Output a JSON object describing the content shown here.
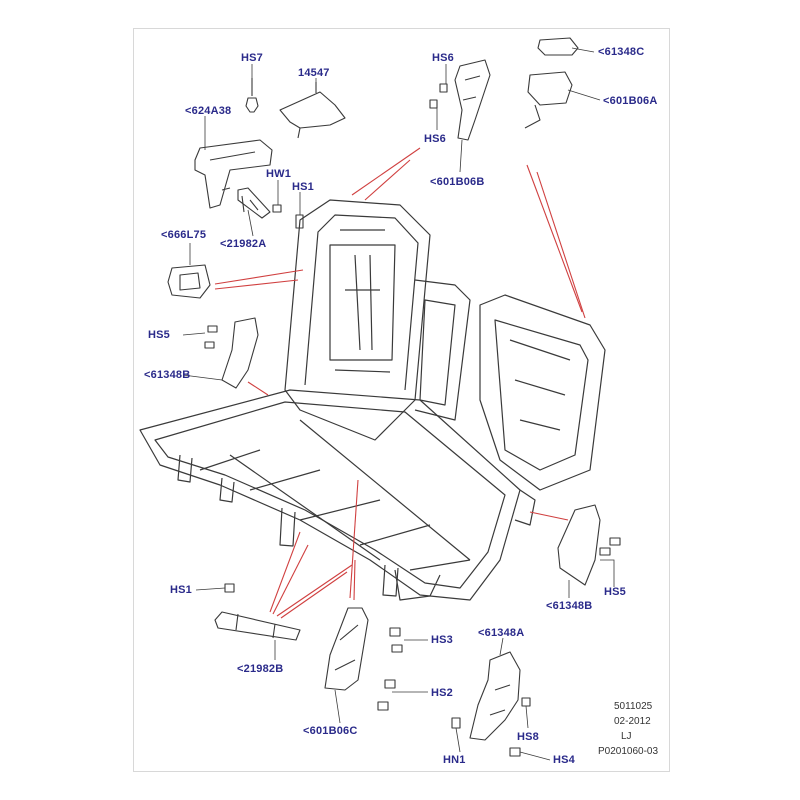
{
  "labels": {
    "hs7": "HS7",
    "p14547": "14547",
    "p624a38": "<624A38",
    "hw1": "HW1",
    "hs1_top": "HS1",
    "p21982a": "<21982A",
    "hs6_top": "HS6",
    "hs6_mid": "HS6",
    "p601b06b": "<601B06B",
    "p61348c": "<61348C",
    "p601b06a": "<601B06A",
    "p666l75": "<666L75",
    "hs5_left": "HS5",
    "p61348b_left": "<61348B",
    "hs5_right": "HS5",
    "p61348b_right": "<61348B",
    "hs1_bottom": "HS1",
    "p21982b": "<21982B",
    "hs3": "HS3",
    "hs2": "HS2",
    "p601b06c": "<601B06C",
    "p61348a": "<61348A",
    "hs8": "HS8",
    "hn1": "HN1",
    "hs4": "HS4"
  },
  "footer": {
    "code": "5011025",
    "date": "02-2012",
    "initials": "LJ",
    "ref": "P0201060-03"
  },
  "colors": {
    "label": "#2a2a8a",
    "leader": "#d04040",
    "line": "#3a3a3a"
  }
}
